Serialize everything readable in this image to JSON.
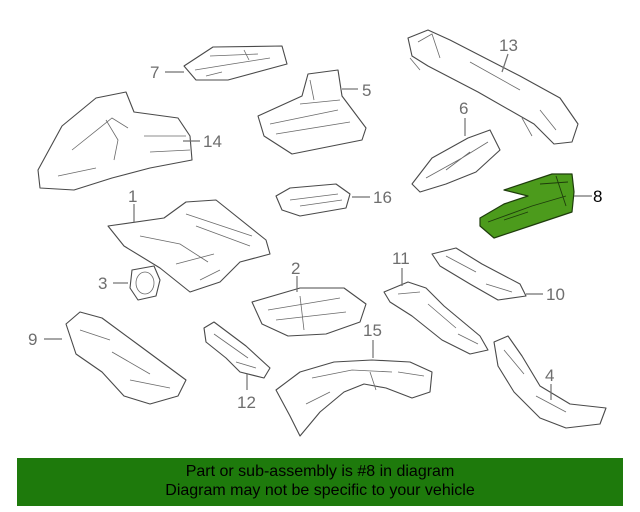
{
  "diagram": {
    "highlighted_part": "8",
    "callouts": [
      "1",
      "2",
      "3",
      "4",
      "5",
      "6",
      "7",
      "8",
      "9",
      "10",
      "11",
      "12",
      "13",
      "14",
      "15",
      "16"
    ]
  },
  "banner": {
    "line1": "Part or sub-assembly is #8 in diagram",
    "line2": "Diagram may not be specific to your vehicle"
  },
  "colors": {
    "banner_bg": "#1e7a0c",
    "highlight": "#4c9b1c",
    "line": "#4a4a4a",
    "callout_text": "#6e6e6e"
  }
}
